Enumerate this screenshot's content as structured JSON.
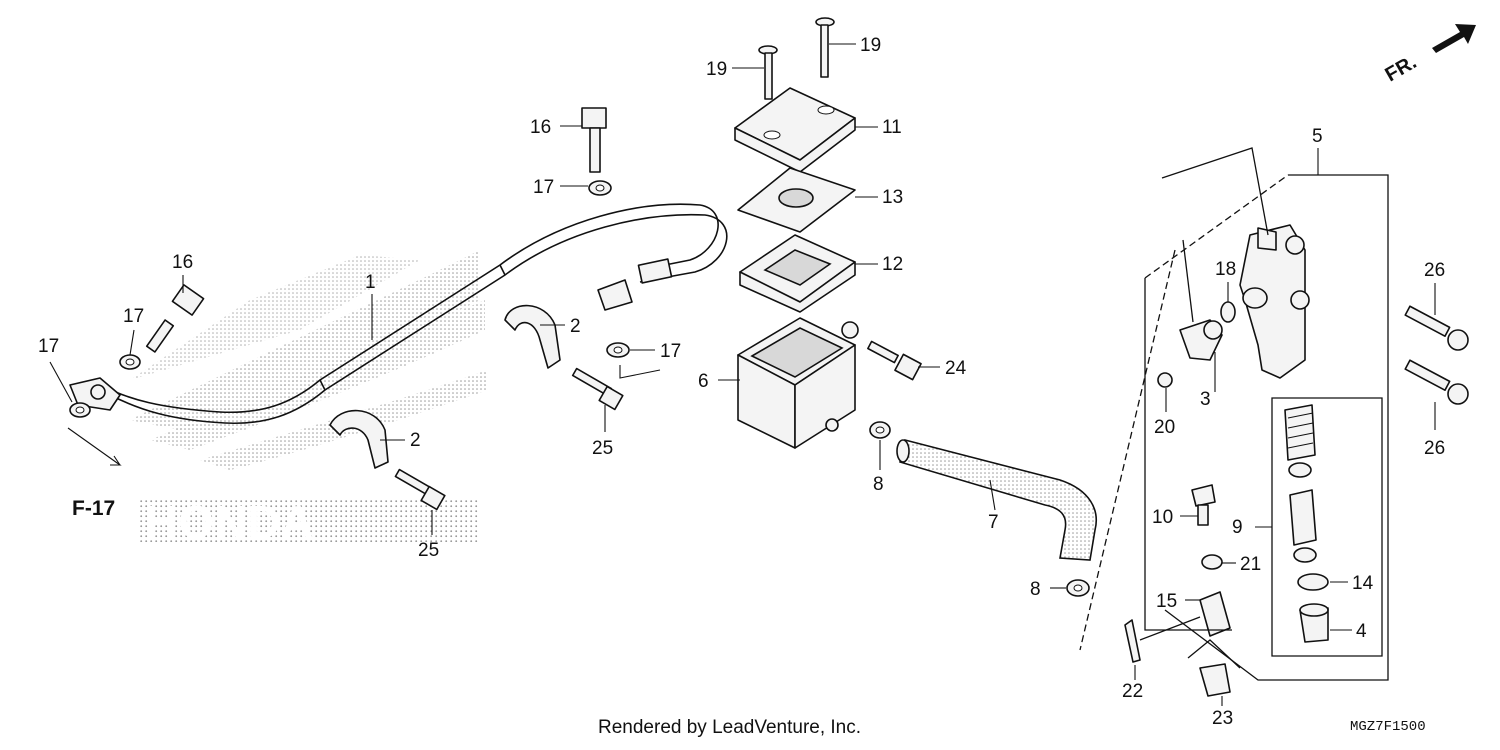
{
  "diagram": {
    "orientation_label": "FR.",
    "reference_label": "F-17",
    "watermark_text": "HONDA",
    "footer": "Rendered by LeadVenture, Inc.",
    "diagram_code": "MGZ7F1500",
    "callouts": {
      "c1": "1",
      "c2a": "2",
      "c2b": "2",
      "c3": "3",
      "c4": "4",
      "c5": "5",
      "c6": "6",
      "c7": "7",
      "c8a": "8",
      "c8b": "8",
      "c9": "9",
      "c10": "10",
      "c11": "11",
      "c12": "12",
      "c13": "13",
      "c14": "14",
      "c15": "15",
      "c16a": "16",
      "c16b": "16",
      "c17a": "17",
      "c17b": "17",
      "c17c": "17",
      "c17d": "17",
      "c18": "18",
      "c19a": "19",
      "c19b": "19",
      "c20": "20",
      "c21": "21",
      "c22": "22",
      "c23": "23",
      "c24": "24",
      "c25a": "25",
      "c25b": "25",
      "c26a": "26",
      "c26b": "26"
    }
  }
}
